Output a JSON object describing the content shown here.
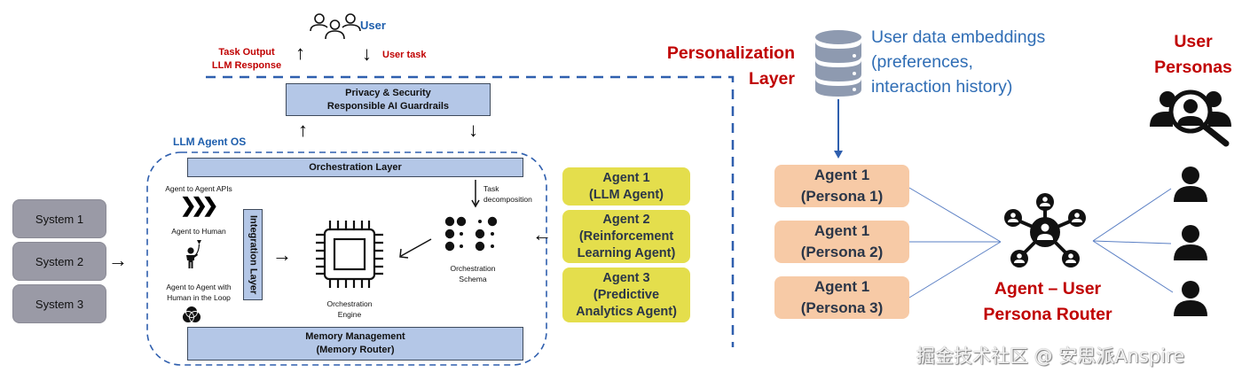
{
  "user_section": {
    "user_label": "User",
    "task_output_label": "Task Output\nLLM Response",
    "user_task_label": "User task"
  },
  "guardrails": {
    "label": "Privacy & Security\nResponsible AI Guardrails"
  },
  "agent_os": {
    "title": "LLM Agent OS",
    "orchestration_layer": "Orchestration Layer",
    "integration_layer": "Integration Layer",
    "memory_management": "Memory Management\n(Memory Router)",
    "agent_to_agent_apis": "Agent to Agent APIs",
    "agent_to_human": "Agent to Human",
    "agent_to_agent_hitl": "Agent to Agent with\nHuman in the Loop",
    "orchestration_engine": "Orchestration\nEngine",
    "orchestration_schema": "Orchestration\nSchema",
    "task_decomposition": "Task\ndecomposition"
  },
  "systems": [
    {
      "label": "System 1"
    },
    {
      "label": "System 2"
    },
    {
      "label": "System 3"
    }
  ],
  "agents": [
    {
      "label": "Agent 1\n(LLM Agent)"
    },
    {
      "label": "Agent 2\n(Reinforcement\nLearning Agent)"
    },
    {
      "label": "Agent 3\n(Predictive\nAnalytics Agent)"
    }
  ],
  "personalization": {
    "title": "Personalization\nLayer",
    "embeddings_label": "User data embeddings\n(preferences,\ninteraction history)",
    "persona_agents": [
      {
        "label": "Agent 1\n(Persona 1)"
      },
      {
        "label": "Agent 1\n(Persona 2)"
      },
      {
        "label": "Agent 1\n(Persona 3)"
      }
    ],
    "router_label": "Agent – User\nPersona Router",
    "user_personas_title": "User\nPersonas"
  },
  "watermark": "掘金技术社区 @ 安思派Anspire",
  "colors": {
    "accent_red": "#c00000",
    "accent_blue": "#1f5fad",
    "bar_blue": "#b4c7e7",
    "agent_yellow": "#e4de4c",
    "persona_peach": "#f7caa6",
    "system_gray": "#9a9aa6"
  }
}
